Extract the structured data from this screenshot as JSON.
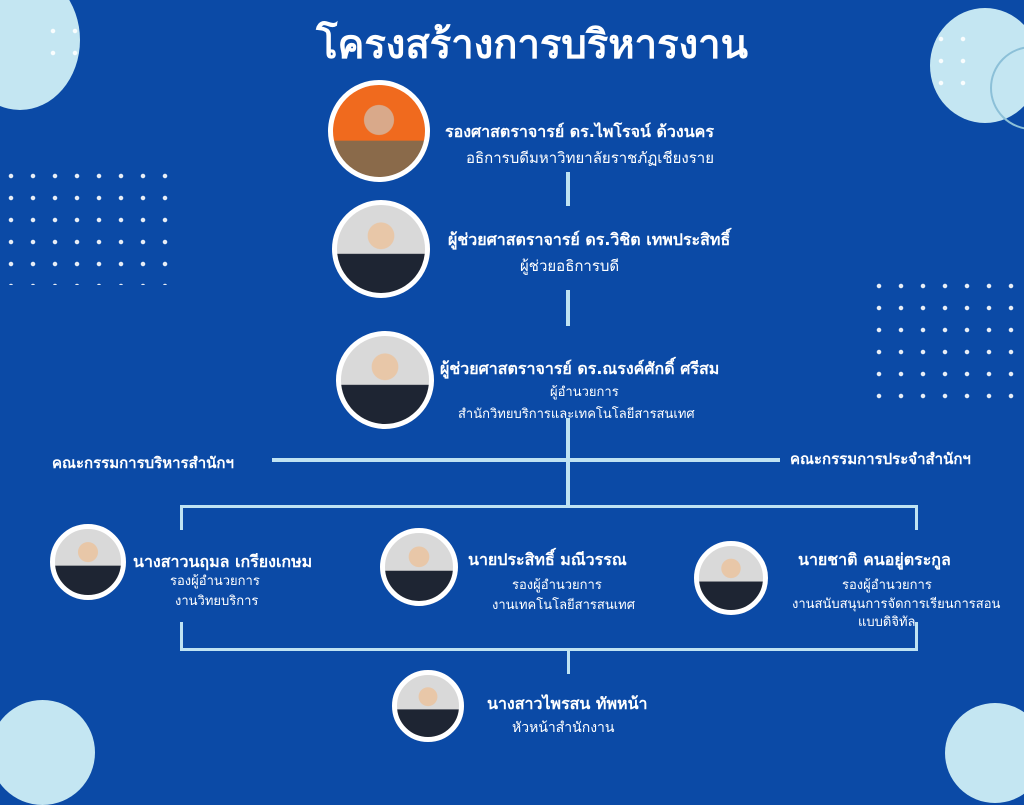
{
  "title": "โครงสร้างการบริหารงาน",
  "people": [
    {
      "name": "รองศาสตราจารย์ ดร.ไพโรจน์ ด้วงนคร",
      "roles": [
        "อธิการบดีมหาวิทยาลัยราชภัฏเชียงราย"
      ]
    },
    {
      "name": "ผู้ช่วยศาสตราจารย์ ดร.วิชิต เทพประสิทธิ์",
      "roles": [
        "ผู้ช่วยอธิการบดี"
      ]
    },
    {
      "name": "ผู้ช่วยศาสตราจารย์ ดร.ณรงค์ศักดิ์ ศรีสม",
      "roles": [
        "ผู้อำนวยการ",
        "สำนักวิทยบริการและเทคโนโลยีสารสนเทศ"
      ]
    },
    {
      "name": "นางสาวนฤมล เกรียงเกษม",
      "roles": [
        "รองผู้อำนวยการ",
        "งานวิทยบริการ"
      ]
    },
    {
      "name": "นายประสิทธิ์ มณีวรรณ",
      "roles": [
        "รองผู้อำนวยการ",
        "งานเทคโนโลยีสารสนเทศ"
      ]
    },
    {
      "name": "นายชาติ คนอยู่ตระกูล",
      "roles": [
        "รองผู้อำนวยการ",
        "งานสนับสนุนการจัดการเรียนการสอน",
        "แบบดิจิทัล"
      ]
    },
    {
      "name": "นางสาวไพรสน ทัพหน้า",
      "roles": [
        "หัวหน้าสำนักงาน"
      ]
    }
  ],
  "committees": {
    "left": "คณะกรรมการบริหารสำนักฯ",
    "right": "คณะกรรมการประจำสำนักฯ"
  }
}
